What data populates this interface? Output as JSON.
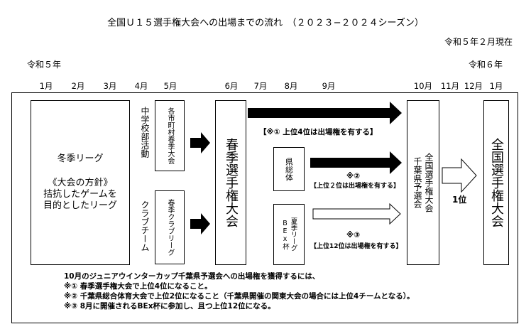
{
  "title": "全国Ｕ１５選手権大会への出場までの流れ　（２０２３−２０２４シーズン）",
  "as_of": "令和５年２月現在",
  "era_left": "令和５年",
  "era_right": "令和６年",
  "months": [
    "1月",
    "2月",
    "3月",
    "4月",
    "5月",
    "6月",
    "7月",
    "8月",
    "9月",
    "10月",
    "11月",
    "12月",
    "1月"
  ],
  "winter": {
    "title": "冬季リーグ",
    "policy_line1": "《大会の方針》",
    "policy_line2": "拮抗したゲームを",
    "policy_line3": "目的としたリーグ"
  },
  "junior_high": {
    "label": "中学校部活動",
    "box": "各市町村春季大会"
  },
  "club": {
    "label": "クラブチーム",
    "box": "春季クラブリーグ"
  },
  "spring_championship": "春季選手権大会",
  "prefectural": "県総体",
  "summer": {
    "col1": "夏季リーグ",
    "col2": "BEx杯"
  },
  "note1": "【※①  上位4位は出場権を有する】",
  "note2_mark": "※②",
  "note2": "【上位２位は出場権を有する】",
  "note3_mark": "※③",
  "note3": "【上位12位は出場権を有する】",
  "qualifier_col1": "全国選手権大会",
  "qualifier_col2": "千葉県予選会",
  "first_place": "1位",
  "national": "全国選手権大会",
  "footer": [
    "10月のジュニアウインターカップ千葉県予選会への出場権を獲得するには、",
    "※① 春季選手権大会で上位4位になること。",
    "※② 千葉県総合体育大会で上位2位になること（千葉県開催の関東大会の場合には上位4チームとなる）。",
    "※③ 8月に開催されるBEx杯に参加し、且つ上位12位になる。"
  ]
}
